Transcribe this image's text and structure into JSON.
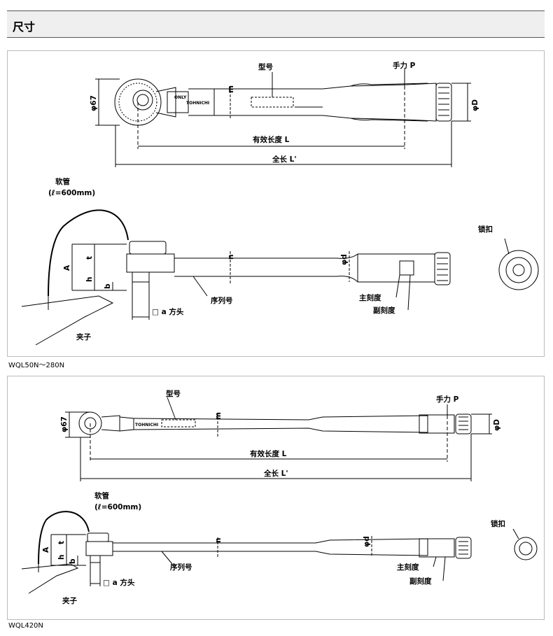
{
  "header": {
    "title": "尺寸"
  },
  "panels": [
    {
      "caption": "WQL50N～280N",
      "labels": {
        "model": "型号",
        "hand_force": "手力 P",
        "effective_length": "有效长度 L",
        "total_length": "全长 L'",
        "hose": "软管",
        "hose_length": "(ℓ=600mm)",
        "lock": "锁扣",
        "serial": "序列号",
        "square": "□ a  方头",
        "main_scale": "主刻度",
        "sub_scale": "副刻度",
        "clip": "夹子",
        "phi67": "φ67",
        "phiD": "φD",
        "phid": "φd",
        "m": "m",
        "n": "n",
        "A": "A",
        "t": "t",
        "h": "h",
        "b": "b",
        "brand": "TOHNICHI",
        "only": "ONLY"
      }
    },
    {
      "caption": "WQL420N",
      "labels": {
        "model": "型号",
        "hand_force": "手力 P",
        "effective_length": "有效长度 L",
        "total_length": "全长 L'",
        "hose": "软管",
        "hose_length": "(ℓ=600mm)",
        "lock": "锁扣",
        "serial": "序列号",
        "square": "□ a  方头",
        "main_scale": "主刻度",
        "sub_scale": "副刻度",
        "clip": "夹子",
        "phi67": "φ67",
        "phiD": "φD",
        "phid": "φd",
        "m": "m",
        "n": "n",
        "A": "A",
        "t": "t",
        "h": "h",
        "b": "b",
        "brand": "TOHNICHI"
      }
    }
  ],
  "colors": {
    "line": "#000000",
    "border": "#bbbbbb",
    "header_bg": "#efefef"
  }
}
